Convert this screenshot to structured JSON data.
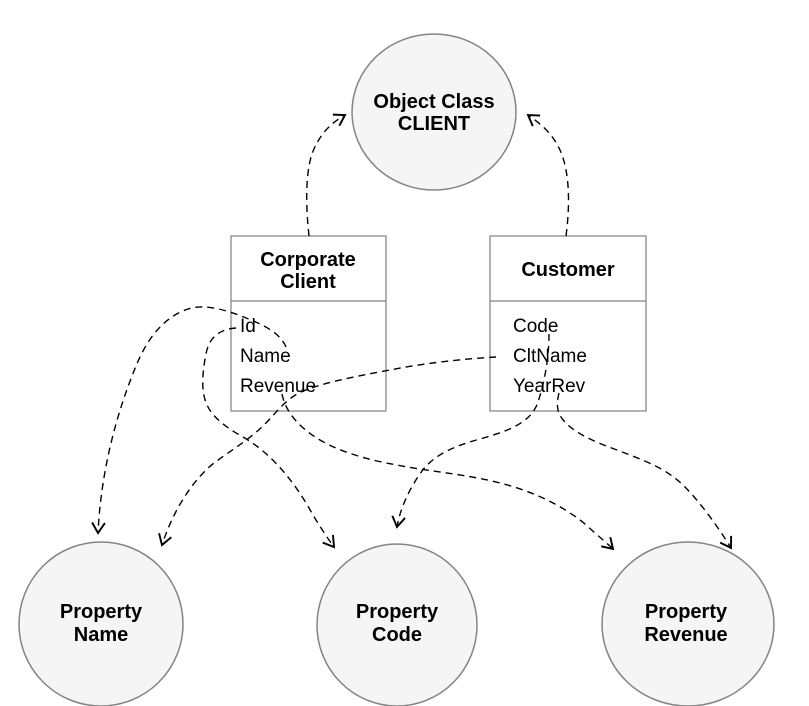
{
  "diagram_title": "Object class and property mapping diagram",
  "colors": {
    "background": "#ffffff",
    "node_fill": "#f5f5f5",
    "node_border": "#848484",
    "box_border": "#808080",
    "arrow": "#000000",
    "text": "#000000"
  },
  "object_class": {
    "line1": "Object Class",
    "line2": "CLIENT"
  },
  "classes": [
    {
      "title_lines": [
        "Corporate",
        "Client"
      ],
      "attributes": [
        "Id",
        "Name",
        "Revenue"
      ]
    },
    {
      "title_lines": [
        "Customer"
      ],
      "attributes": [
        "Code",
        "CltName",
        "YearRev"
      ]
    }
  ],
  "properties": [
    {
      "line1": "Property",
      "line2": "Name"
    },
    {
      "line1": "Property",
      "line2": "Code"
    },
    {
      "line1": "Property",
      "line2": "Revenue"
    }
  ],
  "mappings": [
    {
      "from": "Corporate Client",
      "to": "Object Class CLIENT"
    },
    {
      "from": "Customer",
      "to": "Object Class CLIENT"
    },
    {
      "from": "Corporate Client.Name",
      "to": "Property Name"
    },
    {
      "from": "Corporate Client.Id",
      "to": "Property Code"
    },
    {
      "from": "Corporate Client.Revenue",
      "to": "Property Revenue"
    },
    {
      "from": "Customer.Code",
      "to": "Property Code"
    },
    {
      "from": "Customer.CltName",
      "to": "Property Name"
    },
    {
      "from": "Customer.YearRev",
      "to": "Property Revenue"
    }
  ]
}
